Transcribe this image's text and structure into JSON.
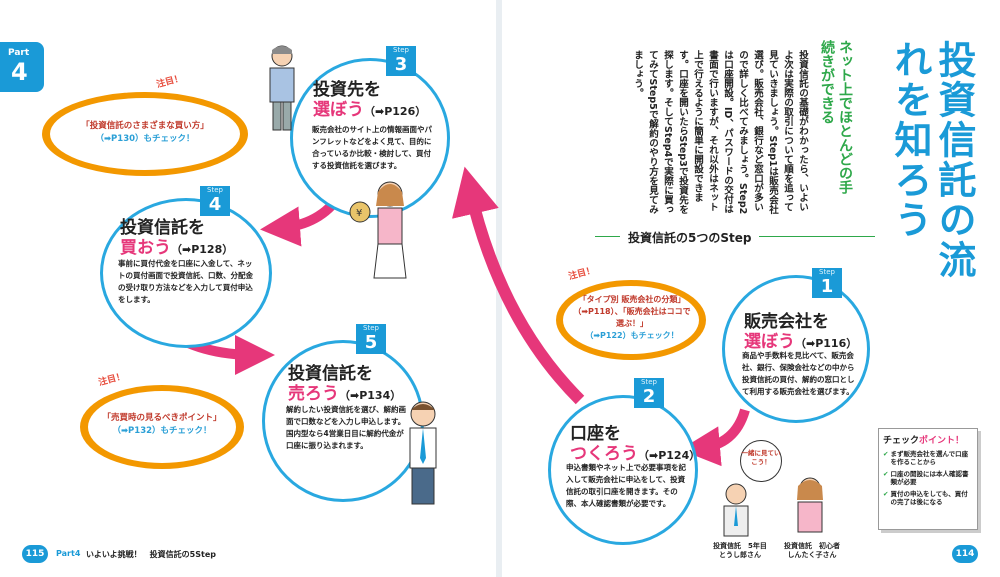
{
  "left_page": {
    "part_label": "Part",
    "part_number": "4",
    "page_number": "115",
    "footer_chapter": "Part4",
    "footer_text": "いよいよ挑戦！　投資信託の5Step"
  },
  "right_page": {
    "page_number": "114",
    "title": "投資信託の流れを知ろう",
    "subtitle": "ネット上でほとんどの手続きができる",
    "intro": "投資信託の基礎がわかったら、いよいよ次は実際の取引について順を追って見ていきましょう。Step1は販売会社選び。販売会社、銀行など窓口が多いので詳しく比べてみましょう。Step2は口座開設。ID、パスワードの交付は書面で行いますが、それ以外はネット上で行えるように簡単に開設できます。口座を開いたらStep3で投資先を探します。そしてStep4で実際に買ってみてStep5で解約のやり方を見てみましょう。",
    "flow_heading": "投資信託の5つのStep"
  },
  "chui_label": "注目！",
  "steps": [
    {
      "step_label": "Step",
      "number": "3",
      "title_main": "投資先を",
      "title_verb": "選ぼう",
      "title_page": "（➡P126）",
      "body": "販売会社のサイト上の情報画面やパンフレットなどをよく見て、目的に合っているか比較・検討して、買付する投資信託を選びます。"
    },
    {
      "step_label": "Step",
      "number": "4",
      "title_main": "投資信託を",
      "title_verb": "買おう",
      "title_page": "（➡P128）",
      "body": "事前に買付代金を口座に入金して、ネットの買付画面で投資信託、口数、分配金の受け取り方法などを入力して買付申込をします。"
    },
    {
      "step_label": "Step",
      "number": "5",
      "title_main": "投資信託を",
      "title_verb": "売ろう",
      "title_page": "（➡P134）",
      "body": "解約したい投資信託を選び、解約画面で口数などを入力し申込します。国内型なら4営業日目に解約代金が口座に振り込まれます。"
    },
    {
      "step_label": "Step",
      "number": "1",
      "title_main": "販売会社を",
      "title_verb": "選ぼう",
      "title_page": "（➡P116）",
      "body": "商品や手数料を見比べて、販売会社、銀行、保険会社などの中から投資信託の買付、解約の窓口として利用する販売会社を選びます。"
    },
    {
      "step_label": "Step",
      "number": "2",
      "title_main": "口座を",
      "title_verb": "つくろう",
      "title_page": "（➡P124）",
      "body": "申込書類やネット上で必要事項を記入して販売会社に申込をして、投資信託の取引口座を開きます。その際、本人確認書類が必要です。"
    }
  ],
  "callouts": [
    {
      "text": "「投資信託のさまざまな買い方」",
      "ref": "（➡P130）もチェック！"
    },
    {
      "text": "「売買時の見るべきポイント」",
      "ref": "（➡P132）もチェック！"
    },
    {
      "text": "「タイプ別 販売会社の分類」（➡P118）、「販売会社はココで選ぶ！」",
      "ref": "（➡P122）もチェック！"
    }
  ],
  "characters": {
    "speech": "一緒に見ていこう！",
    "char1_name1": "投資信託　5年目",
    "char1_name2": "とうし郎さん",
    "char2_name1": "投資信託　初心者",
    "char2_name2": "しんたく子さん"
  },
  "checkpoint": {
    "title_a": "チェック",
    "title_b": "ポイント！",
    "items": [
      "まず販売会社を選んで口座を作ることから",
      "口座の開設には本人確認書類が必要",
      "買付の申込をしても、買付の完了は後になる"
    ]
  },
  "colors": {
    "accent_blue": "#1a9ad7",
    "accent_pink": "#e6377a",
    "accent_orange": "#f39800",
    "accent_green": "#2ea84a"
  }
}
